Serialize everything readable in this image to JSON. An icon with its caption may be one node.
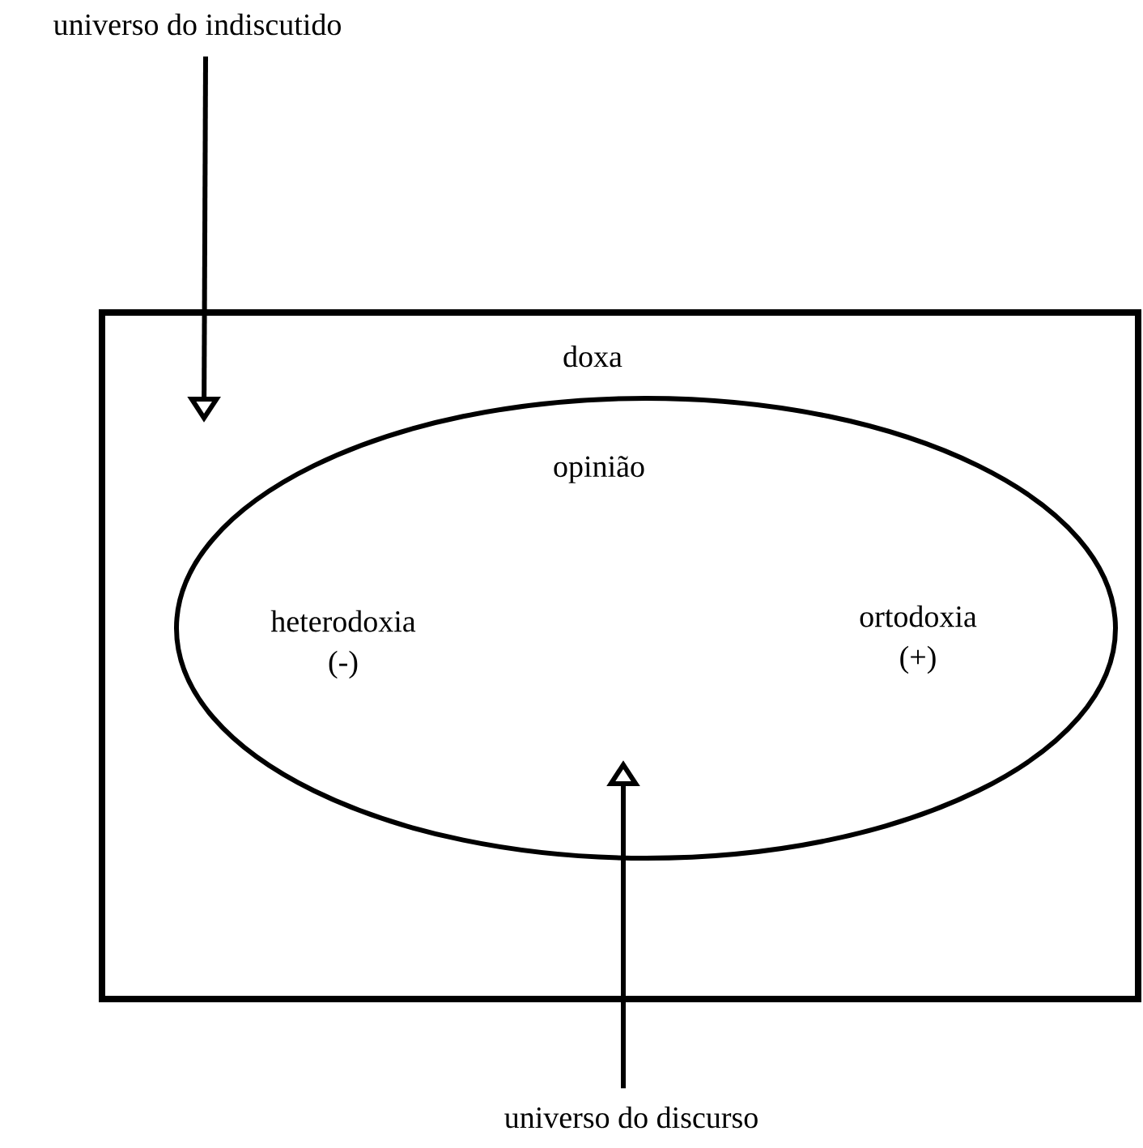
{
  "diagram": {
    "nodes": [
      {
        "text": [
          "doxa"
        ]
      },
      {
        "text": [
          "opinião",
          "heterodoxia (-)",
          "ortodoxia (+)"
        ],
        "in": 0
      },
      {
        "text": [
          "universo do indiscutido"
        ]
      },
      {
        "text": [
          "universo do discurso"
        ]
      }
    ],
    "edges": [
      {
        "from": 2,
        "to": 0,
        "arrow": "to"
      },
      {
        "from": 3,
        "to": 1,
        "arrow": "to"
      }
    ]
  }
}
